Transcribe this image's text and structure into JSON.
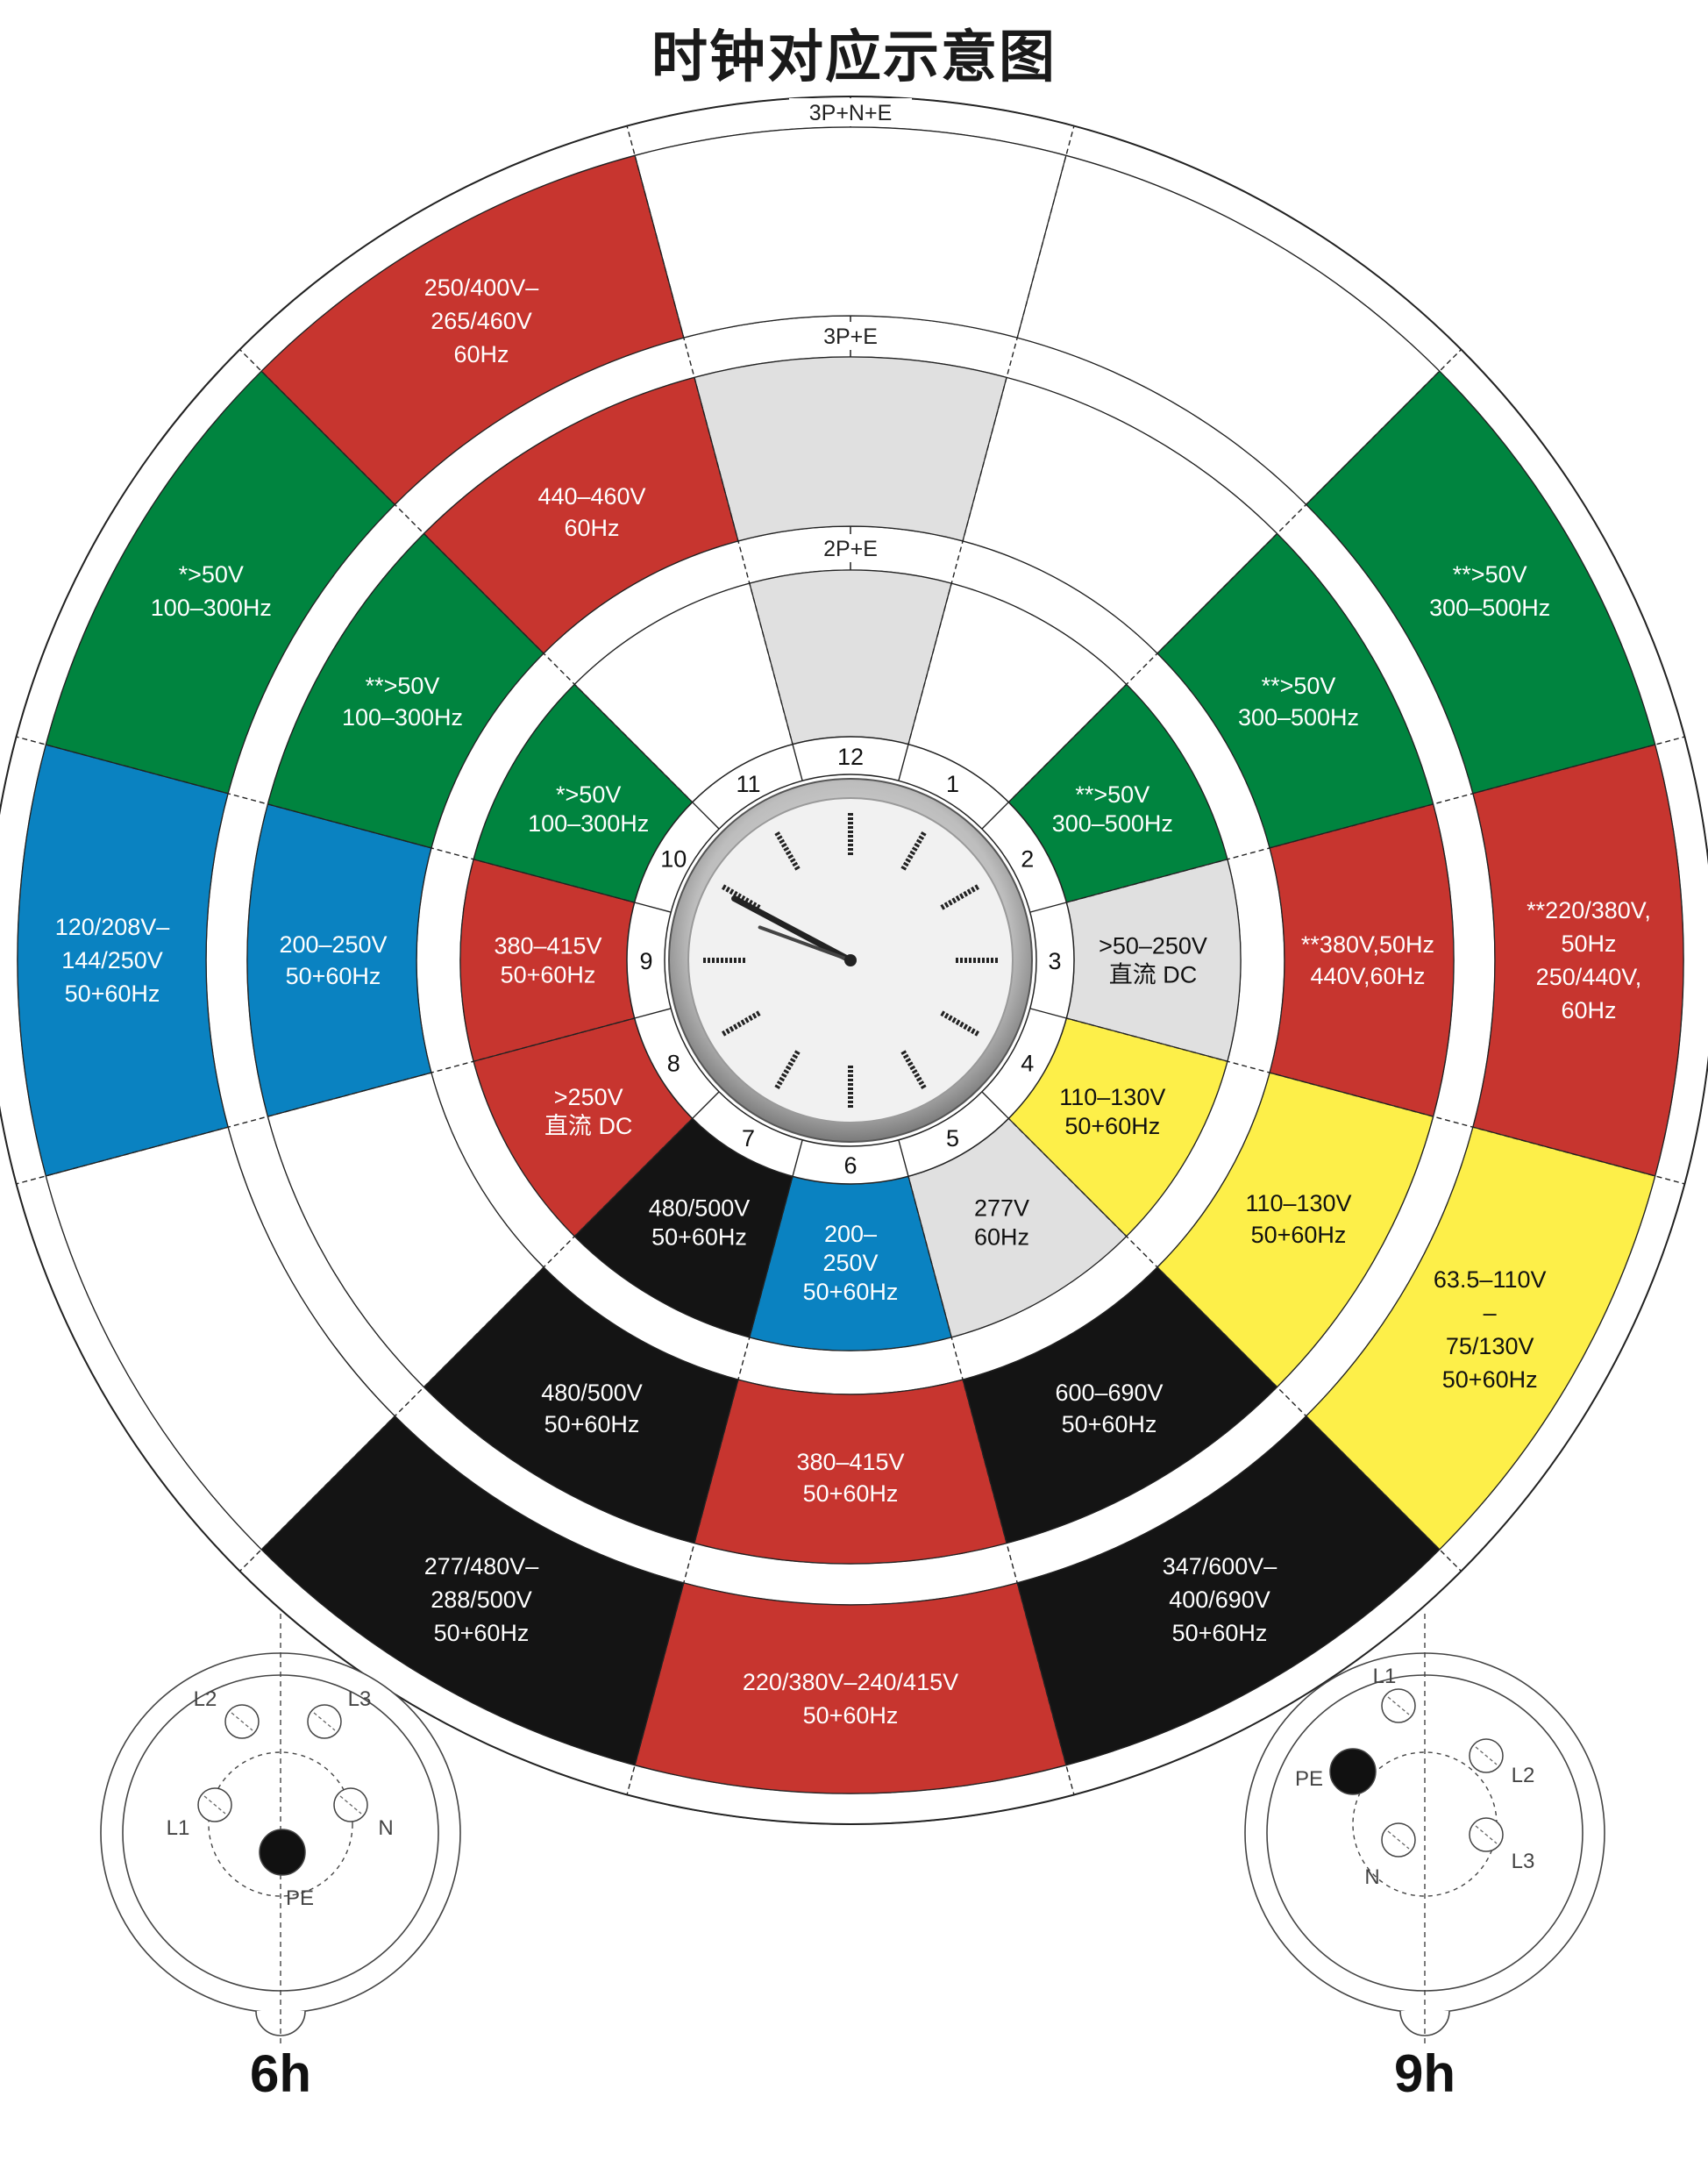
{
  "title": "时钟对应示意图",
  "colors": {
    "red": "#c7352f",
    "green": "#00843f",
    "blue": "#0a82c1",
    "yellow": "#fdef49",
    "black": "#141414",
    "grey": "#e0e0e0",
    "white": "#ffffff"
  },
  "rings": [
    {
      "title": "3P+N+E",
      "segments": [
        {
          "hour": 0,
          "color": "white",
          "text": []
        },
        {
          "hour": 1,
          "color": "white",
          "text": []
        },
        {
          "hour": 2,
          "color": "green",
          "text": [
            "**>50V",
            "300–500Hz"
          ]
        },
        {
          "hour": 3,
          "color": "red",
          "text": [
            "**220/380V,",
            "50Hz",
            "250/440V,",
            "60Hz"
          ]
        },
        {
          "hour": 4,
          "color": "yellow",
          "text": [
            "63.5–110V",
            "–",
            "75/130V",
            "50+60Hz"
          ]
        },
        {
          "hour": 5,
          "color": "black",
          "text": [
            "347/600V–",
            "400/690V",
            "50+60Hz"
          ]
        },
        {
          "hour": 6,
          "color": "red",
          "text": [
            "220/380V–240/415V",
            "50+60Hz"
          ]
        },
        {
          "hour": 7,
          "color": "black",
          "text": [
            "277/480V–",
            "288/500V",
            "50+60Hz"
          ]
        },
        {
          "hour": 8,
          "color": "white",
          "text": []
        },
        {
          "hour": 9,
          "color": "blue",
          "text": [
            "120/208V–",
            "144/250V",
            "50+60Hz"
          ]
        },
        {
          "hour": 10,
          "color": "green",
          "text": [
            "*>50V",
            "100–300Hz"
          ]
        },
        {
          "hour": 11,
          "color": "red",
          "text": [
            "250/400V–",
            "265/460V",
            "60Hz"
          ]
        }
      ]
    },
    {
      "title": "3P+E",
      "segments": [
        {
          "hour": 0,
          "color": "grey",
          "text": []
        },
        {
          "hour": 1,
          "color": "white",
          "text": []
        },
        {
          "hour": 2,
          "color": "green",
          "text": [
            "**>50V",
            "300–500Hz"
          ]
        },
        {
          "hour": 3,
          "color": "red",
          "text": [
            "**380V,50Hz",
            "440V,60Hz"
          ]
        },
        {
          "hour": 4,
          "color": "yellow",
          "text": [
            "110–130V",
            "50+60Hz"
          ]
        },
        {
          "hour": 5,
          "color": "black",
          "text": [
            "600–690V",
            "50+60Hz"
          ]
        },
        {
          "hour": 6,
          "color": "red",
          "text": [
            "380–415V",
            "50+60Hz"
          ]
        },
        {
          "hour": 7,
          "color": "black",
          "text": [
            "480/500V",
            "50+60Hz"
          ]
        },
        {
          "hour": 8,
          "color": "white",
          "text": []
        },
        {
          "hour": 9,
          "color": "blue",
          "text": [
            "200–250V",
            "50+60Hz"
          ]
        },
        {
          "hour": 10,
          "color": "green",
          "text": [
            "**>50V",
            "100–300Hz"
          ]
        },
        {
          "hour": 11,
          "color": "red",
          "text": [
            "440–460V",
            "60Hz"
          ]
        }
      ]
    },
    {
      "title": "2P+E",
      "segments": [
        {
          "hour": 0,
          "color": "grey",
          "text": []
        },
        {
          "hour": 1,
          "color": "white",
          "text": []
        },
        {
          "hour": 2,
          "color": "green",
          "text": [
            "**>50V",
            "300–500Hz"
          ]
        },
        {
          "hour": 3,
          "color": "grey",
          "text": [
            ">50–250V",
            "直流 DC"
          ]
        },
        {
          "hour": 4,
          "color": "yellow",
          "text": [
            "110–130V",
            "50+60Hz"
          ]
        },
        {
          "hour": 5,
          "color": "grey",
          "text": [
            "277V",
            "60Hz"
          ]
        },
        {
          "hour": 6,
          "color": "blue",
          "text": [
            "200–",
            "250V",
            "50+60Hz"
          ]
        },
        {
          "hour": 7,
          "color": "black",
          "text": [
            "480/500V",
            "50+60Hz"
          ]
        },
        {
          "hour": 8,
          "color": "red",
          "text": [
            ">250V",
            "直流 DC"
          ]
        },
        {
          "hour": 9,
          "color": "red",
          "text": [
            "380–415V",
            "50+60Hz"
          ]
        },
        {
          "hour": 10,
          "color": "green",
          "text": [
            "*>50V",
            "100–300Hz"
          ]
        },
        {
          "hour": 11,
          "color": "white",
          "text": []
        }
      ]
    }
  ],
  "hour_numbers": [
    "12",
    "1",
    "2",
    "3",
    "4",
    "5",
    "6",
    "7",
    "8",
    "9",
    "10",
    "11"
  ],
  "sockets": [
    {
      "caption": "6h",
      "pins": [
        "L2",
        "L3",
        "L1",
        "N",
        "PE"
      ]
    },
    {
      "caption": "9h",
      "pins": [
        "L1",
        "L2",
        "L3",
        "N",
        "PE"
      ]
    }
  ]
}
